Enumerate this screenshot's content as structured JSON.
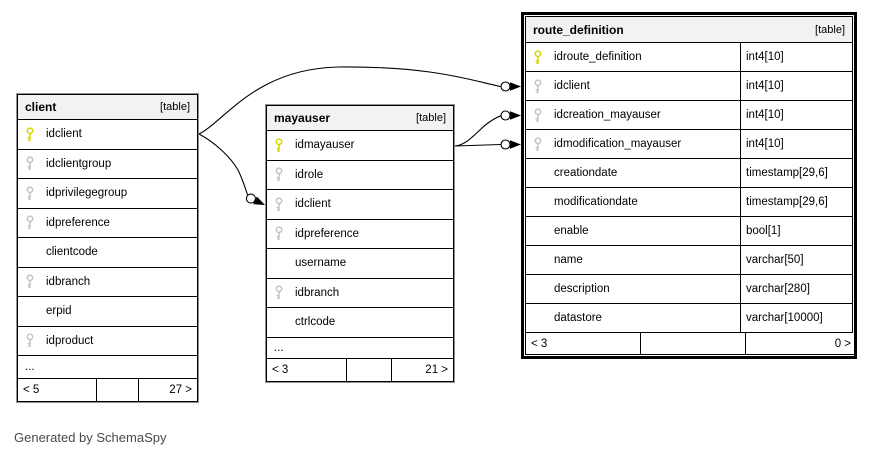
{
  "generated_by": "Generated by SchemaSpy",
  "icons": {
    "primary_key": {
      "name": "key-icon",
      "color": "#d6d600"
    },
    "foreign_key": {
      "name": "key-icon",
      "color": "#c3c3c3"
    }
  },
  "tables": [
    {
      "name": "client",
      "tag": "[table]",
      "rows": [
        {
          "key": "pk",
          "name": "idclient"
        },
        {
          "key": "fk",
          "name": "idclientgroup"
        },
        {
          "key": "fk",
          "name": "idprivilegegroup"
        },
        {
          "key": "fk",
          "name": "idpreference"
        },
        {
          "key": "",
          "name": "clientcode"
        },
        {
          "key": "fk",
          "name": "idbranch"
        },
        {
          "key": "",
          "name": "erpid"
        },
        {
          "key": "fk",
          "name": "idproduct"
        }
      ],
      "ellipsis": "...",
      "footer": {
        "left": "< 5",
        "middle": "",
        "right": "27 >"
      }
    },
    {
      "name": "mayauser",
      "tag": "[table]",
      "rows": [
        {
          "key": "pk",
          "name": "idmayauser"
        },
        {
          "key": "fk",
          "name": "idrole"
        },
        {
          "key": "fk",
          "name": "idclient"
        },
        {
          "key": "fk",
          "name": "idpreference"
        },
        {
          "key": "",
          "name": "username"
        },
        {
          "key": "fk",
          "name": "idbranch"
        },
        {
          "key": "",
          "name": "ctrlcode"
        }
      ],
      "ellipsis": "...",
      "footer": {
        "left": "< 3",
        "middle": "",
        "right": "21 >"
      }
    },
    {
      "name": "route_definition",
      "tag": "[table]",
      "rows": [
        {
          "key": "pk",
          "name": "idroute_definition",
          "type": "int4[10]"
        },
        {
          "key": "fk",
          "name": "idclient",
          "type": "int4[10]"
        },
        {
          "key": "fk",
          "name": "idcreation_mayauser",
          "type": "int4[10]"
        },
        {
          "key": "fk",
          "name": "idmodification_mayauser",
          "type": "int4[10]"
        },
        {
          "key": "",
          "name": "creationdate",
          "type": "timestamp[29,6]"
        },
        {
          "key": "",
          "name": "modificationdate",
          "type": "timestamp[29,6]"
        },
        {
          "key": "",
          "name": "enable",
          "type": "bool[1]"
        },
        {
          "key": "",
          "name": "name",
          "type": "varchar[50]"
        },
        {
          "key": "",
          "name": "description",
          "type": "varchar[280]"
        },
        {
          "key": "",
          "name": "datastore",
          "type": "varchar[10000]"
        }
      ],
      "footer": {
        "left": "< 3",
        "middle": "",
        "right": "0 >"
      }
    }
  ],
  "relationships": [
    {
      "from": "client.idclient",
      "to": "route_definition.idclient"
    },
    {
      "from": "client.idclient",
      "to": "mayauser.idclient"
    },
    {
      "from": "mayauser.idmayauser",
      "to": "route_definition.idcreation_mayauser"
    },
    {
      "from": "mayauser.idmayauser",
      "to": "route_definition.idmodification_mayauser"
    }
  ]
}
